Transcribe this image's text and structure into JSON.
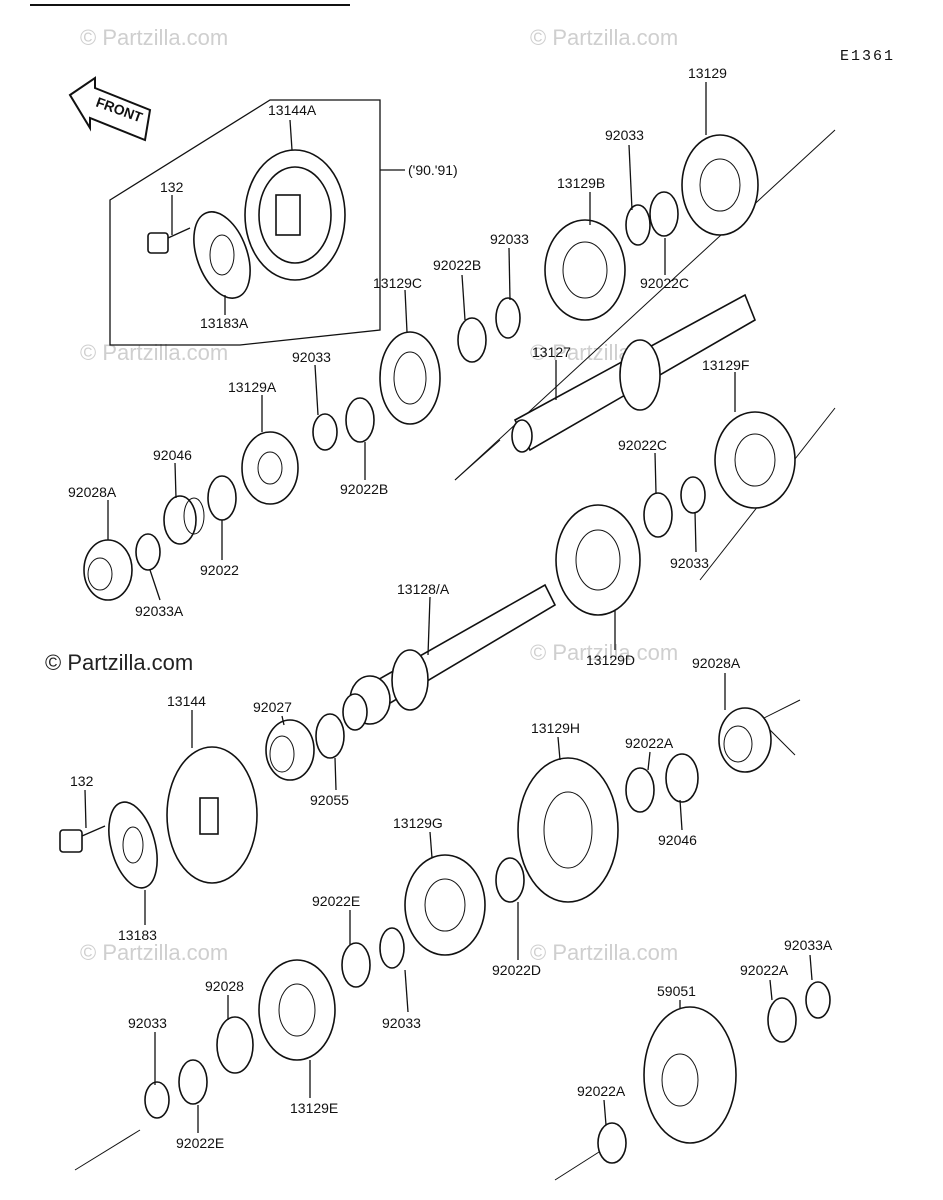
{
  "diagram_code": "E1361",
  "front_label": "FRONT",
  "year_note": "('90.'91)",
  "watermark": "© Partzilla.com",
  "parts": {
    "p13129_top": "13129",
    "p92033_a": "92033",
    "p13129B": "13129B",
    "p13144A": "13144A",
    "p132_top": "132",
    "p13183A": "13183A",
    "p92033_b": "92033",
    "p92022B_a": "92022B",
    "p13129C": "13129C",
    "p92022C_a": "92022C",
    "p13127": "13127",
    "p92033_c": "92033",
    "p13129A": "13129A",
    "p13129F": "13129F",
    "p92046_a": "92046",
    "p92022B_b": "92022B",
    "p92022C_b": "92022C",
    "p92028A_a": "92028A",
    "p92022": "92022",
    "p92033A_a": "92033A",
    "p92033_d": "92033",
    "p13128A": "13128/A",
    "p13129D": "13129D",
    "p92027": "92027",
    "p92028A_b": "92028A",
    "p13144": "13144",
    "p92055": "92055",
    "p13129H": "13129H",
    "p92022A_a": "92022A",
    "p132_bot": "132",
    "p92046_b": "92046",
    "p13129G": "13129G",
    "p13183": "13183",
    "p92022E_a": "92022E",
    "p92022D": "92022D",
    "p92033A_b": "92033A",
    "p59051": "59051",
    "p92022A_b": "92022A",
    "p92028": "92028",
    "p92033_e": "92033",
    "p92033_f": "92033",
    "p92022A_c": "92022A",
    "p13129E": "13129E",
    "p92022E_b": "92022E"
  }
}
